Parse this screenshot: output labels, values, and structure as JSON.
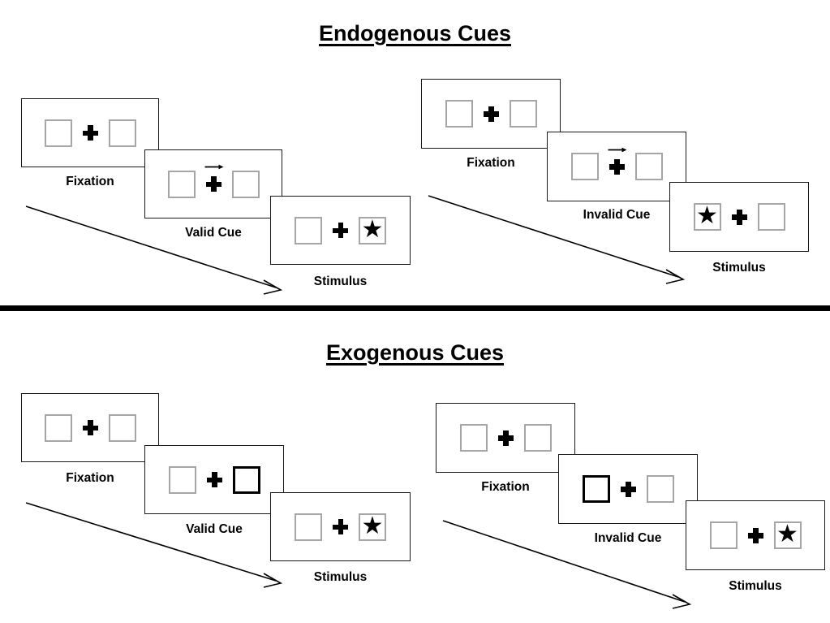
{
  "sections": [
    {
      "id": "endogenous",
      "title": "Endogenous Cues",
      "cue_type": "arrow",
      "groups": [
        {
          "id": "endogenous-valid",
          "condition": "valid",
          "steps": [
            {
              "label": "Fixation",
              "cue": "none",
              "cue_side": "none",
              "target": "none",
              "target_side": "none"
            },
            {
              "label": "Valid Cue",
              "cue": "arrow",
              "cue_side": "right",
              "target": "none",
              "target_side": "none"
            },
            {
              "label": "Stimulus",
              "cue": "none",
              "cue_side": "none",
              "target": "star",
              "target_side": "right"
            }
          ]
        },
        {
          "id": "endogenous-invalid",
          "condition": "invalid",
          "steps": [
            {
              "label": "Fixation",
              "cue": "none",
              "cue_side": "none",
              "target": "none",
              "target_side": "none"
            },
            {
              "label": "Invalid Cue",
              "cue": "arrow",
              "cue_side": "right",
              "target": "none",
              "target_side": "none"
            },
            {
              "label": "Stimulus",
              "cue": "none",
              "cue_side": "none",
              "target": "star",
              "target_side": "left"
            }
          ]
        }
      ]
    },
    {
      "id": "exogenous",
      "title": "Exogenous Cues",
      "cue_type": "box-flash",
      "groups": [
        {
          "id": "exogenous-valid",
          "condition": "valid",
          "steps": [
            {
              "label": "Fixation",
              "cue": "none",
              "cue_side": "none",
              "target": "none",
              "target_side": "none"
            },
            {
              "label": "Valid Cue",
              "cue": "box-flash",
              "cue_side": "right",
              "target": "none",
              "target_side": "none"
            },
            {
              "label": "Stimulus",
              "cue": "none",
              "cue_side": "none",
              "target": "star",
              "target_side": "right"
            }
          ]
        },
        {
          "id": "exogenous-invalid",
          "condition": "invalid",
          "steps": [
            {
              "label": "Fixation",
              "cue": "none",
              "cue_side": "none",
              "target": "none",
              "target_side": "none"
            },
            {
              "label": "Invalid Cue",
              "cue": "box-flash",
              "cue_side": "left",
              "target": "none",
              "target_side": "none"
            },
            {
              "label": "Stimulus",
              "cue": "none",
              "cue_side": "none",
              "target": "star",
              "target_side": "right"
            }
          ]
        }
      ]
    }
  ],
  "glyphs": {
    "star": "★",
    "arrow_cue": "arrow-right-cue-icon",
    "fixation_cross": "fixation-cross-icon"
  },
  "colors": {
    "panel_border": "#1a1a1a",
    "placeholder_box_border": "#a6a6a6",
    "cued_box_border": "#000000",
    "ink": "#000000",
    "background": "#ffffff"
  },
  "labels": {
    "endogenous": {
      "valid": {
        "fixation": "Fixation",
        "cue": "Valid Cue",
        "stimulus": "Stimulus"
      },
      "invalid": {
        "fixation": "Fixation",
        "cue": "Invalid Cue",
        "stimulus": "Stimulus"
      }
    },
    "exogenous": {
      "valid": {
        "fixation": "Fixation",
        "cue": "Valid Cue",
        "stimulus": "Stimulus"
      },
      "invalid": {
        "fixation": "Fixation",
        "cue": "Invalid Cue",
        "stimulus": "Stimulus"
      }
    }
  }
}
